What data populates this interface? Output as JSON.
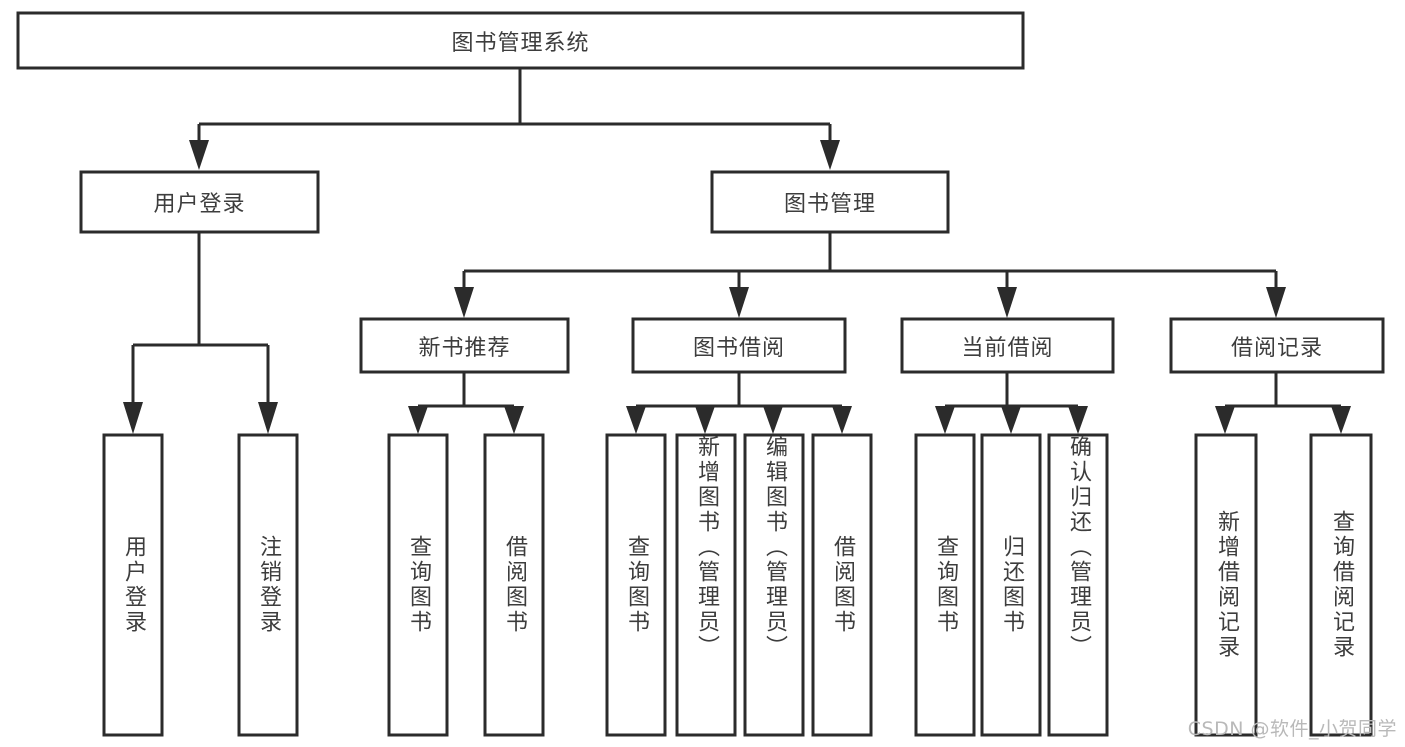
{
  "diagram": {
    "title": "图书管理系统",
    "type": "tree-hierarchy-chart",
    "root": {
      "label": "图书管理系统"
    },
    "level2": [
      {
        "label": "用户登录"
      },
      {
        "label": "图书管理"
      }
    ],
    "level3": [
      {
        "label": "新书推荐"
      },
      {
        "label": "图书借阅"
      },
      {
        "label": "当前借阅"
      },
      {
        "label": "借阅记录"
      }
    ],
    "leaves": {
      "user_login": [
        {
          "label": "用户登录"
        },
        {
          "label": "注销登录"
        }
      ],
      "new_book_recommend": [
        {
          "label": "查询图书"
        },
        {
          "label": "借阅图书"
        }
      ],
      "book_borrow": [
        {
          "label": "查询图书"
        },
        {
          "label": "新增图书（管理员）"
        },
        {
          "label": "编辑图书（管理员）"
        },
        {
          "label": "借阅图书"
        }
      ],
      "current_borrow": [
        {
          "label": "查询图书"
        },
        {
          "label": "归还图书"
        },
        {
          "label": "确认归还（管理员）"
        }
      ],
      "borrow_records": [
        {
          "label": "新增借阅记录"
        },
        {
          "label": "查询借阅记录"
        }
      ]
    },
    "watermark": "CSDN @软件_小贺同学",
    "colors": {
      "stroke": "#2b2b2b",
      "fill": "#ffffff",
      "text": "#3d3d3d",
      "watermark": "#b9b9b9"
    }
  }
}
